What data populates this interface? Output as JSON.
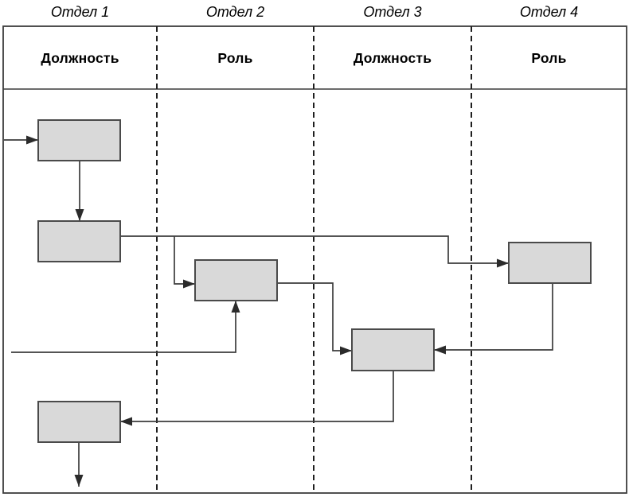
{
  "diagram": {
    "type": "swimlane-flowchart",
    "lane_labels": [
      "Отдел 1",
      "Отдел 2",
      "Отдел 3",
      "Отдел 4"
    ],
    "header_labels": [
      "Должность",
      "Роль",
      "Должность",
      "Роль"
    ],
    "colors": {
      "background": "#ffffff",
      "box_fill": "#d9d9d9",
      "box_border": "#4a4a4a",
      "connector": "#3c3c3c",
      "lane_divider": "#1f1f1f",
      "text": "#000000"
    }
  }
}
